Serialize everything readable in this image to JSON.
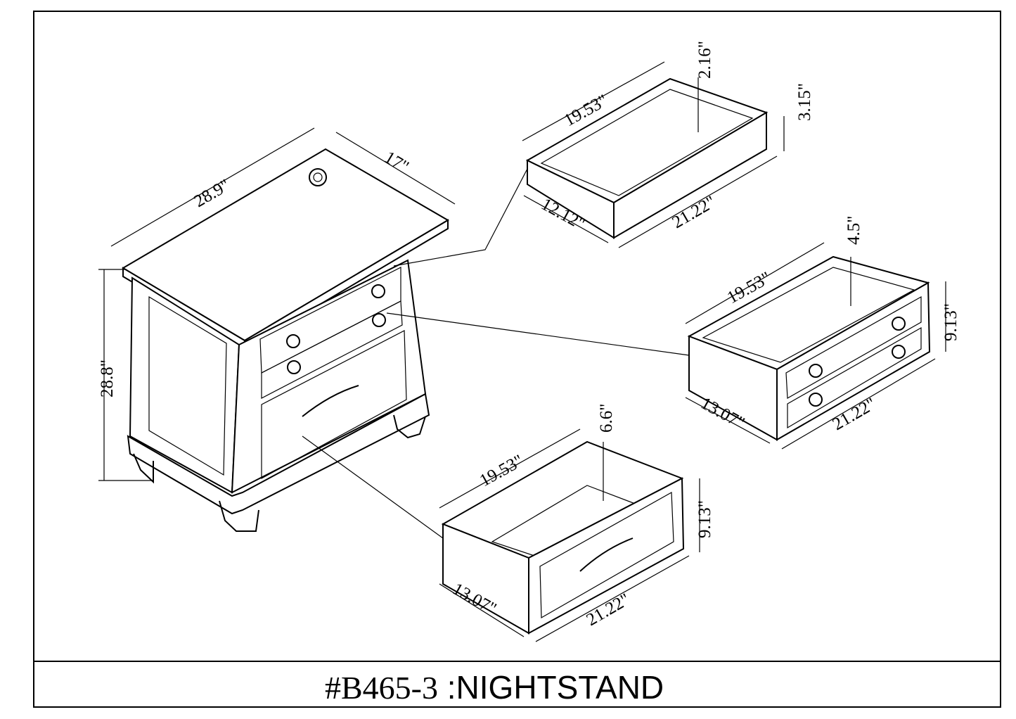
{
  "title": {
    "code": "#B465-3",
    "name": " :NIGHTSTAND"
  },
  "nightstand": {
    "width": "28.9\"",
    "depth": "17\"",
    "height": "28.8\""
  },
  "top_drawer": {
    "inner_width": "19.53\"",
    "inner_height": "2.16\"",
    "front_height": "3.15\"",
    "depth": "12.12\"",
    "front_width": "21.22\""
  },
  "middle_drawer": {
    "inner_width": "19.53\"",
    "inner_height": "4.5\"",
    "front_height": "9.13\"",
    "depth": "13.07\"",
    "front_width": "21.22\""
  },
  "bottom_drawer": {
    "inner_width": "19.53\"",
    "inner_height": "6.6\"",
    "front_height": "9.13\"",
    "depth": "13.07\"",
    "front_width": "21.22\""
  }
}
